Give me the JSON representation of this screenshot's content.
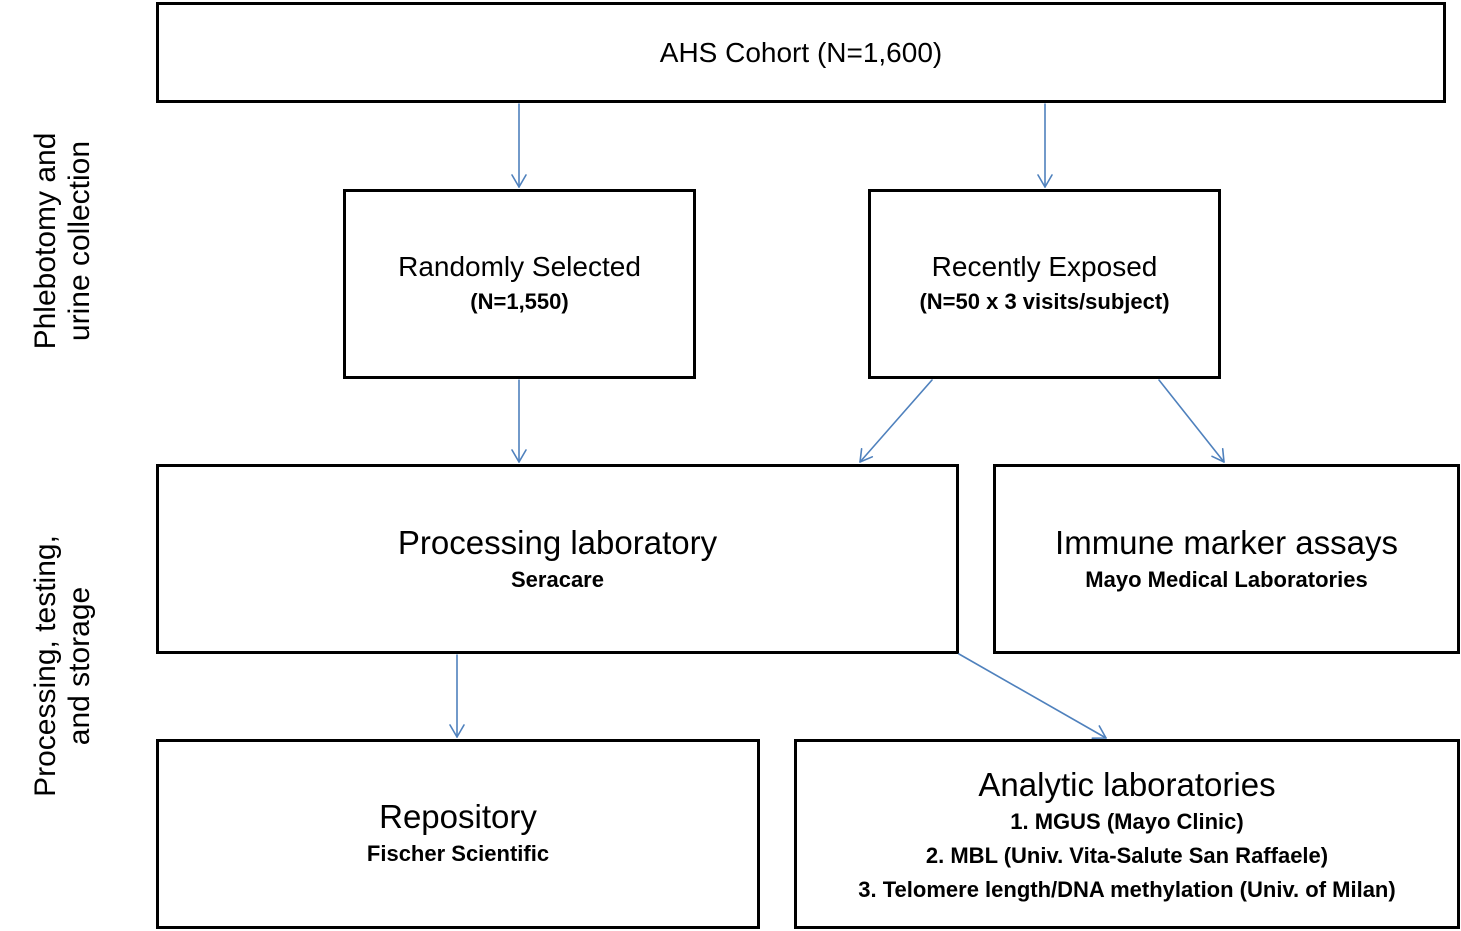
{
  "side_labels": {
    "top_line1": "Phlebotomy and",
    "top_line2": "urine collection",
    "bottom_line1": "Processing, testing,",
    "bottom_line2": "and storage"
  },
  "nodes": {
    "cohort": {
      "title": "AHS Cohort (N=1,600)"
    },
    "random": {
      "title": "Randomly Selected",
      "subtitle": "(N=1,550)"
    },
    "recent": {
      "title": "Recently Exposed",
      "subtitle": "(N=50 x 3 visits/subject)"
    },
    "processing": {
      "title": "Processing laboratory",
      "subtitle": "Seracare"
    },
    "immune": {
      "title": "Immune marker assays",
      "subtitle": "Mayo  Medical Laboratories"
    },
    "repository": {
      "title": "Repository",
      "subtitle": "Fischer Scientific"
    },
    "analytic": {
      "title": "Analytic laboratories",
      "items": [
        "1. MGUS (Mayo Clinic)",
        "2. MBL (Univ. Vita-Salute San Raffaele)",
        "3. Telomere length/DNA methylation (Univ. of Milan)"
      ]
    }
  },
  "colors": {
    "arrow": "#4F81BD",
    "border": "#000000"
  }
}
